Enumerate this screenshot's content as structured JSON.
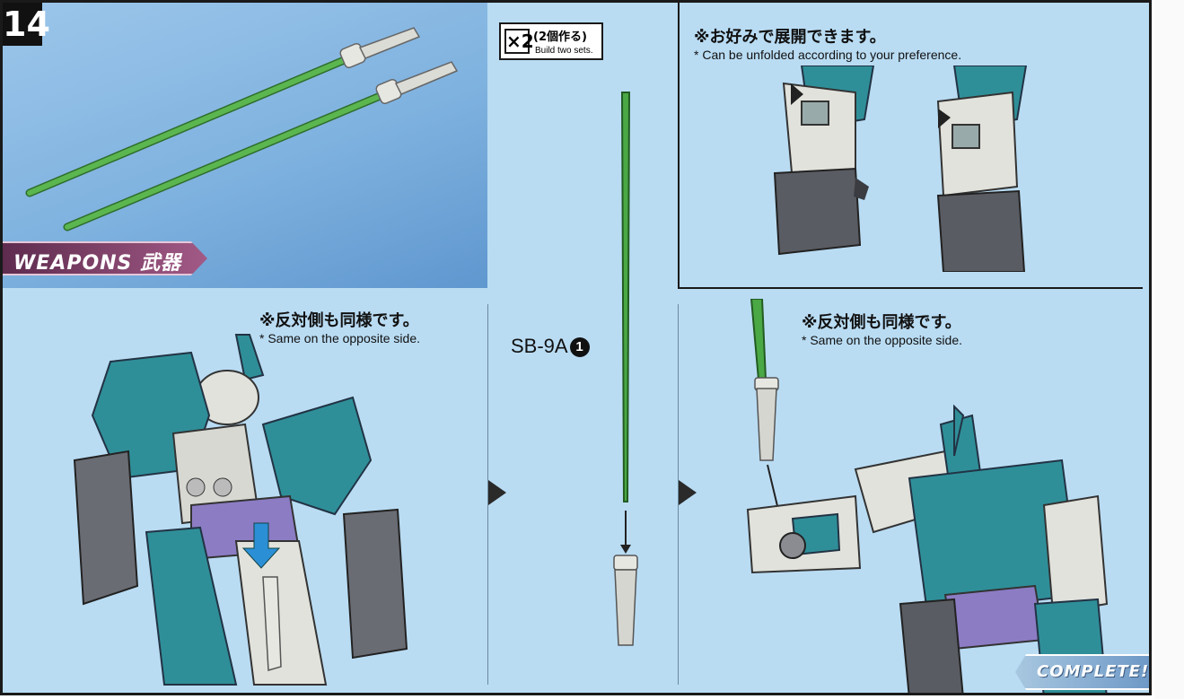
{
  "step": {
    "number": "14"
  },
  "weapons_banner": {
    "label": "WEAPONS 武器"
  },
  "build_count": {
    "multiplier": "×2",
    "jp": "(2個作る)",
    "en": "Build two sets."
  },
  "unfold_note": {
    "jp": "※お好みで展開できます。",
    "en": "* Can be unfolded according to your preference."
  },
  "same_side_note_left": {
    "jp": "※反対側も同様です。",
    "en": "* Same on the opposite side."
  },
  "same_side_note_right": {
    "jp": "※反対側も同様です。",
    "en": "* Same on the opposite side."
  },
  "part": {
    "code": "SB-9A",
    "index": "1"
  },
  "complete_banner": {
    "label": "COMPLETE!!"
  },
  "colors": {
    "sky": "#b9dcf3",
    "saber_green": "#3f9a3a",
    "armor_teal": "#2f8f99",
    "armor_white": "#e2e2dc",
    "armor_purple": "#8c7cc4",
    "hint_arrow": "#2b8fd6"
  }
}
